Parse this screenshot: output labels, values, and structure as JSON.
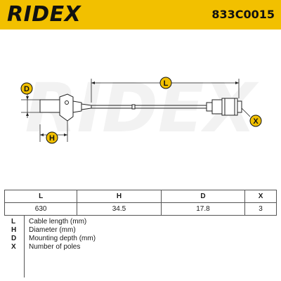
{
  "header": {
    "brand": "RIDEX",
    "part_code": "833C0015",
    "color": "#f2c000"
  },
  "drawing": {
    "watermark": "RIDEX",
    "labels": {
      "L": "L",
      "D": "D",
      "H": "H",
      "X": "X"
    }
  },
  "spec_table": {
    "headers": [
      "L",
      "H",
      "D",
      "X"
    ],
    "values": [
      "630",
      "34.5",
      "17.8",
      "3"
    ]
  },
  "legend": [
    {
      "symbol": "L",
      "text": "Cable length (mm)"
    },
    {
      "symbol": "H",
      "text": "Diameter (mm)"
    },
    {
      "symbol": "D",
      "text": "Mounting depth (mm)"
    },
    {
      "symbol": "X",
      "text": "Number of poles"
    }
  ]
}
